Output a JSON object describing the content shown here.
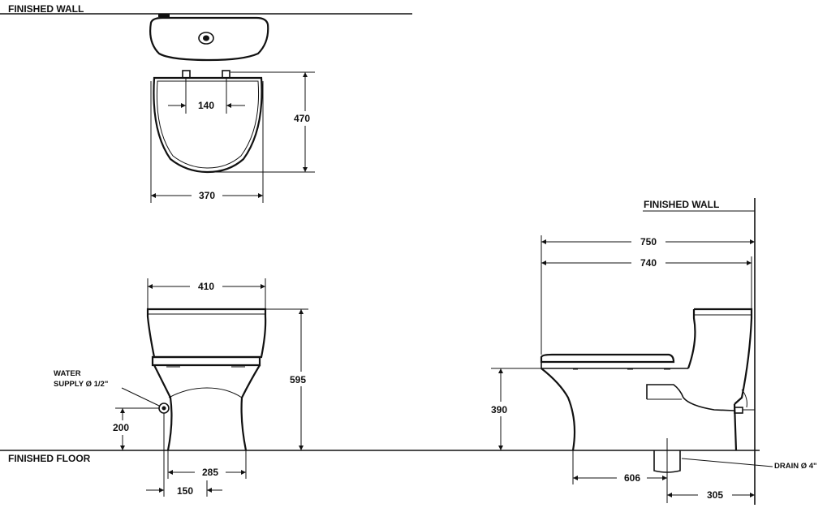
{
  "labels": {
    "wall_top": "FINISHED WALL",
    "wall_right": "FINISHED WALL",
    "floor": "FINISHED FLOOR",
    "water_supply_1": "WATER",
    "water_supply_2": "SUPPLY Ø 1/2\"",
    "drain": "DRAIN Ø 4\""
  },
  "dimensions": {
    "top_mount_spacing": "140",
    "top_depth": "470",
    "top_width": "370",
    "front_tank_width": "410",
    "front_height": "595",
    "front_supply_height": "200",
    "front_base_width": "285",
    "front_supply_offset": "150",
    "side_overall_length": "750",
    "side_seat_length": "740",
    "side_seat_height": "390",
    "side_drain_to_front": "606",
    "side_rough_in": "305"
  }
}
